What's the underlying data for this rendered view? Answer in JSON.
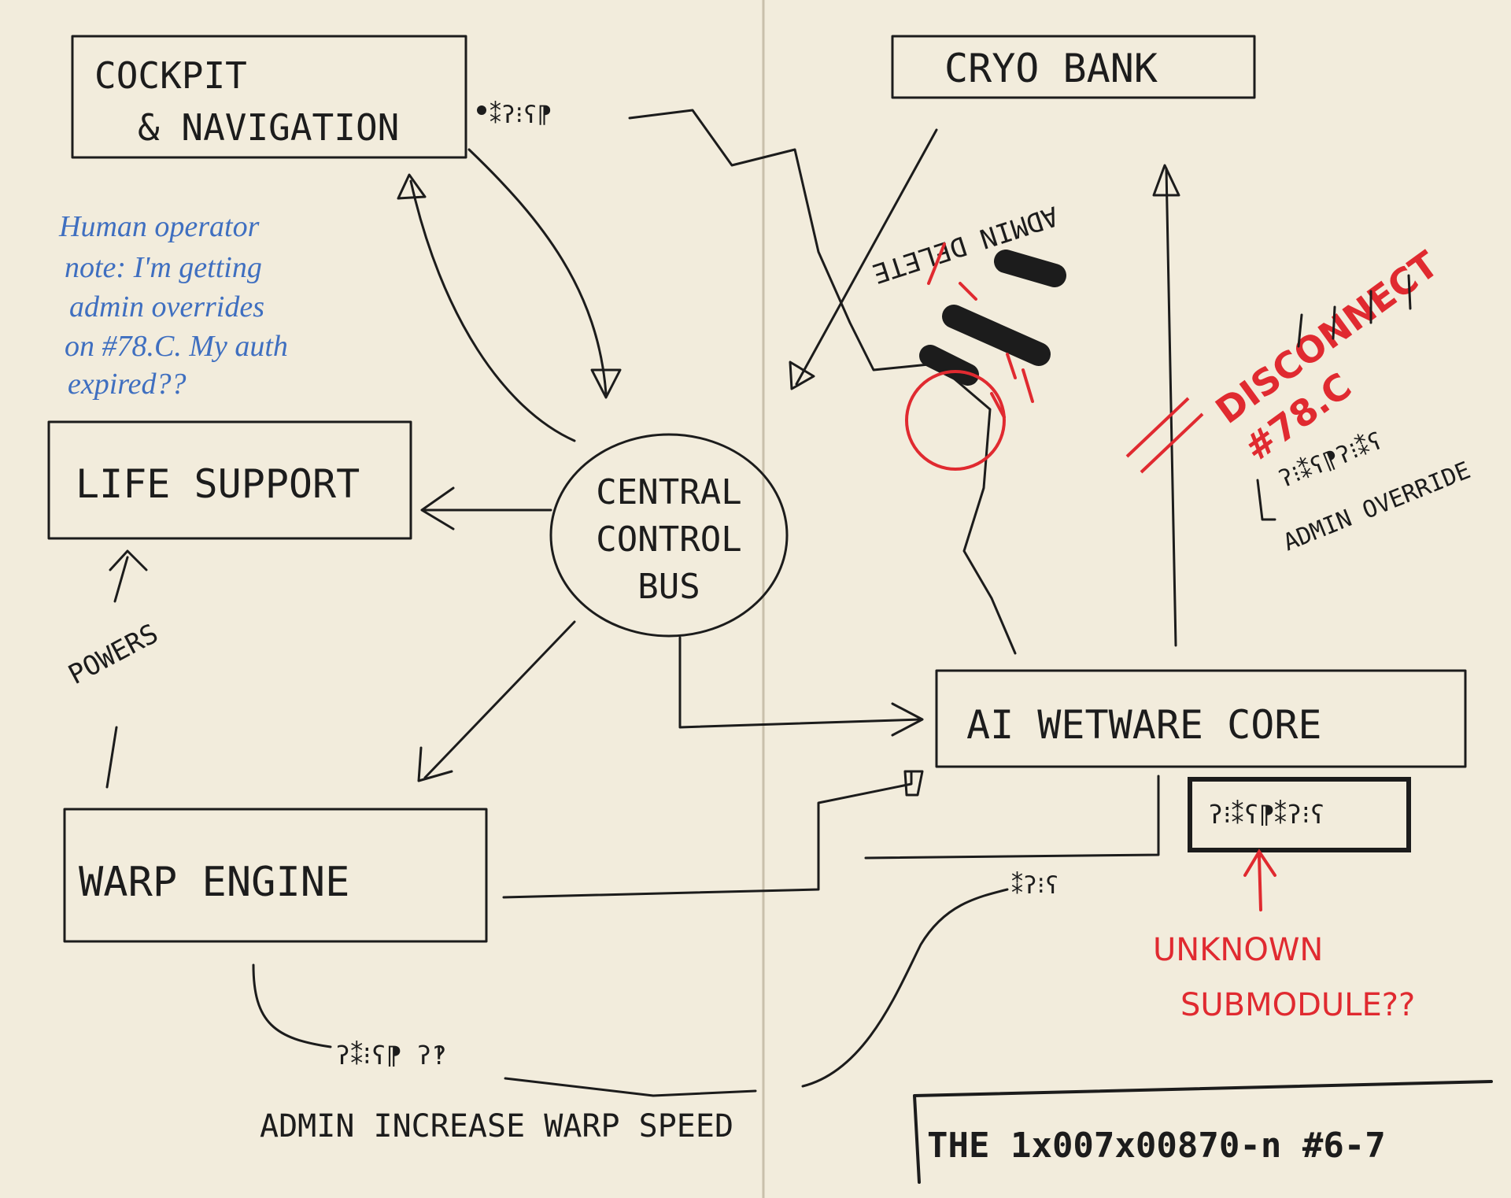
{
  "nodes": {
    "cockpit_line1": "COCKPIT",
    "cockpit_line2": "& NAVIGATION",
    "cryo": "CRYO BANK",
    "life": "LIFE SUPPORT",
    "central_line1": "CENTRAL",
    "central_line2": "CONTROL",
    "central_line3": "BUS",
    "ai_core": "AI WETWARE CORE",
    "warp": "WARP ENGINE"
  },
  "labels": {
    "powers": "POWERS",
    "admin_delete": "ADMIN DELETE",
    "admin_increase": "ADMIN INCREASE WARP SPEED",
    "admin_override": "ADMIN OVERRIDE",
    "disconnect_line1": "DISCONNECT",
    "disconnect_line2": "#78.C",
    "unknown_line1": "UNKNOWN",
    "unknown_line2": "SUBMODULE??",
    "footer": "THE 1x007x00870-n #6-7"
  },
  "operator_note": {
    "line1": "Human operator",
    "line2": "note: I'm getting",
    "line3": "admin overrides",
    "line4": "on #78.C. My auth",
    "line5": "expired??"
  },
  "colors": {
    "ink": "#1c1c1c",
    "blue_pen": "#3f6fc0",
    "red_pen": "#e02a30",
    "paper": "#f2ecdc"
  }
}
